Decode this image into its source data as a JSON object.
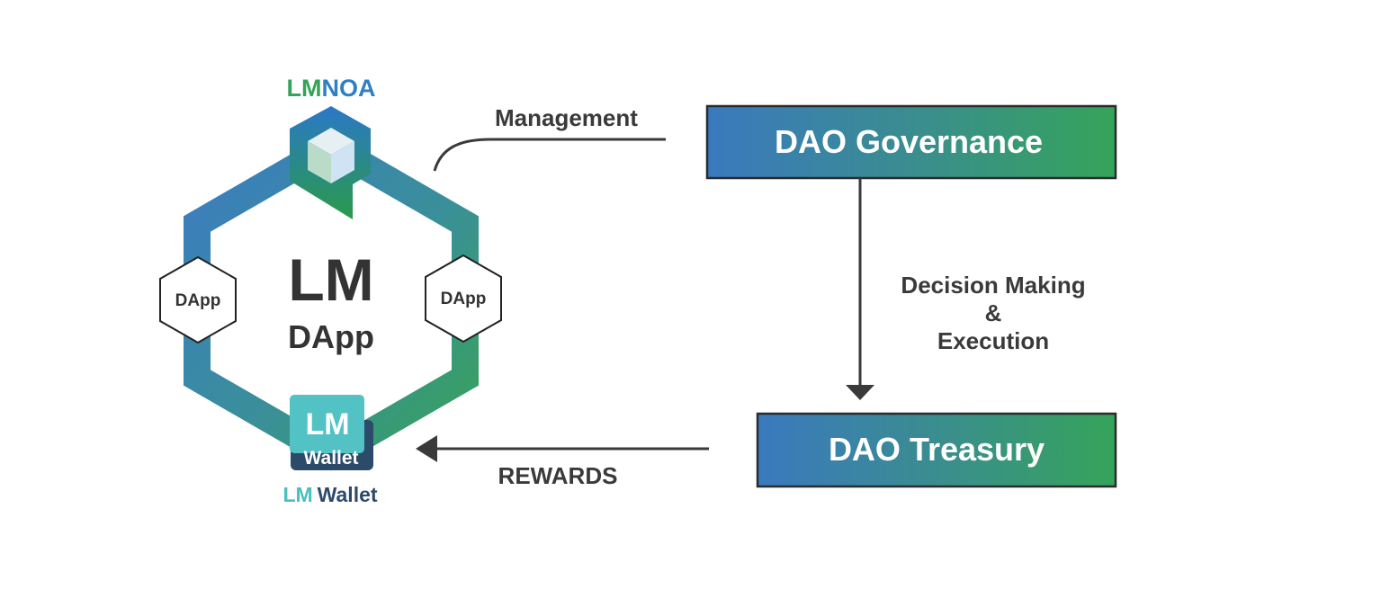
{
  "logo": {
    "text_left": "LM",
    "text_right": "NOA"
  },
  "center": {
    "title": "LM",
    "subtitle": "DApp"
  },
  "side_hexes": {
    "left_label": "DApp",
    "right_label": "DApp"
  },
  "wallet": {
    "icon_title": "LM",
    "icon_subtitle": "Wallet",
    "caption_prefix": "LM",
    "caption_suffix": "Wallet"
  },
  "labels": {
    "management": "Management",
    "decision_line1": "Decision Making",
    "decision_line2": "&",
    "decision_line3": "Execution",
    "rewards": "REWARDS"
  },
  "boxes": {
    "governance": "DAO Governance",
    "treasury": "DAO Treasury"
  },
  "colors": {
    "blue": "#3a7bbf",
    "green": "#35a35a",
    "teal": "#4bbfbf",
    "navy": "#2d4a6b",
    "text_dark": "#3a3a3a"
  }
}
